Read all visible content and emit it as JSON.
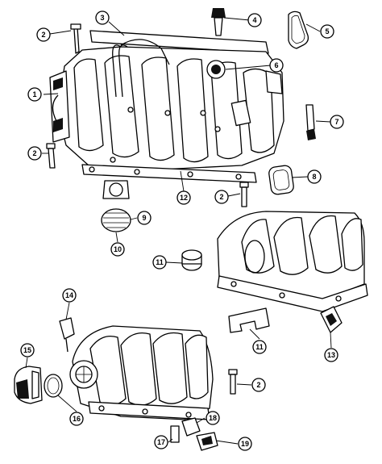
{
  "callouts": [
    {
      "id": "c1",
      "number": "1"
    },
    {
      "id": "c2a",
      "number": "2"
    },
    {
      "id": "c2b",
      "number": "2"
    },
    {
      "id": "c2c",
      "number": "2"
    },
    {
      "id": "c2d",
      "number": "2"
    },
    {
      "id": "c3",
      "number": "3"
    },
    {
      "id": "c4",
      "number": "4"
    },
    {
      "id": "c5",
      "number": "5"
    },
    {
      "id": "c6",
      "number": "6"
    },
    {
      "id": "c7",
      "number": "7"
    },
    {
      "id": "c8",
      "number": "8"
    },
    {
      "id": "c9",
      "number": "9"
    },
    {
      "id": "c10",
      "number": "10"
    },
    {
      "id": "c11a",
      "number": "11"
    },
    {
      "id": "c11b",
      "number": "11"
    },
    {
      "id": "c12",
      "number": "12"
    },
    {
      "id": "c13",
      "number": "13"
    },
    {
      "id": "c14",
      "number": "14"
    },
    {
      "id": "c15",
      "number": "15"
    },
    {
      "id": "c16",
      "number": "16"
    },
    {
      "id": "c17",
      "number": "17"
    },
    {
      "id": "c18",
      "number": "18"
    },
    {
      "id": "c19",
      "number": "19"
    }
  ],
  "colors": {
    "line": "#000000",
    "background": "#ffffff"
  }
}
